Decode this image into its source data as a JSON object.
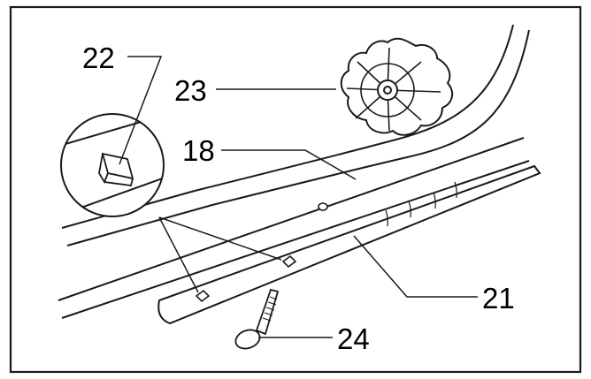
{
  "diagram": {
    "callouts": {
      "part_22": "22",
      "part_23": "23",
      "part_18": "18",
      "part_21": "21",
      "part_24": "24"
    },
    "colors": {
      "line": "#1a1a1a",
      "fill": "#ffffff",
      "background": "#ffffff"
    }
  }
}
